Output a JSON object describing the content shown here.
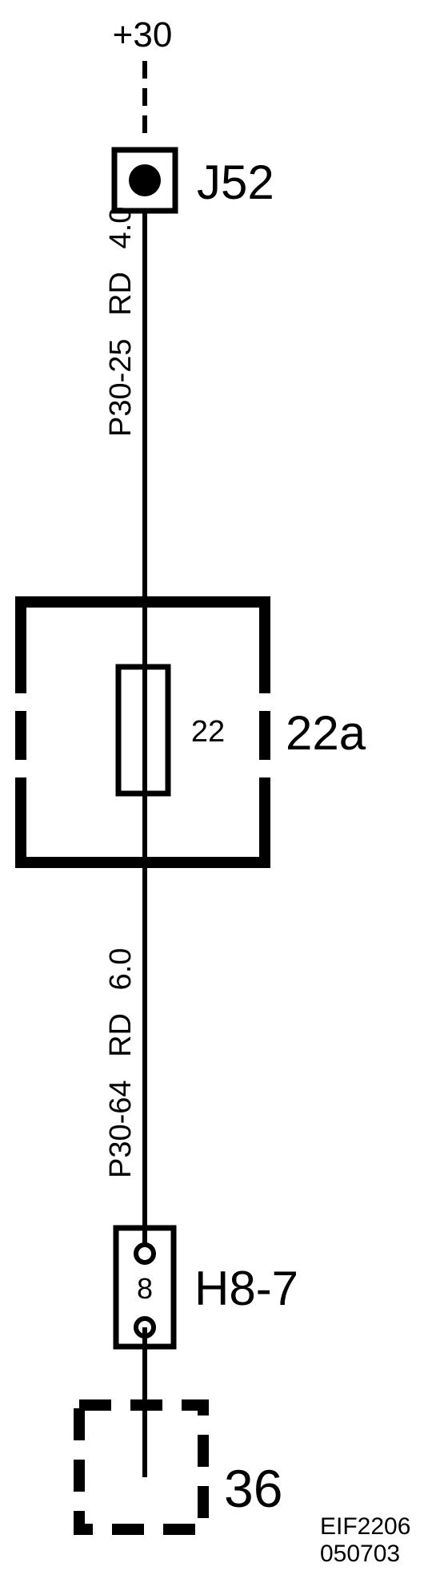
{
  "diagram": {
    "supply_label": "+30",
    "connector_top": {
      "label": "J52"
    },
    "wire_upper": {
      "circuit": "P30-25",
      "color": "RD",
      "size": "4.0"
    },
    "fuse_box": {
      "label": "22a",
      "fuse_number": "22"
    },
    "wire_lower": {
      "circuit": "P30-64",
      "color": "RD",
      "size": "6.0"
    },
    "connector_bottom": {
      "label": "H8-7",
      "pin": "8"
    },
    "reference_block": {
      "label": "36"
    },
    "figure_id": "EIF2206",
    "figure_date": "050703"
  },
  "colors": {
    "line": "#000000",
    "background": "#ffffff"
  }
}
